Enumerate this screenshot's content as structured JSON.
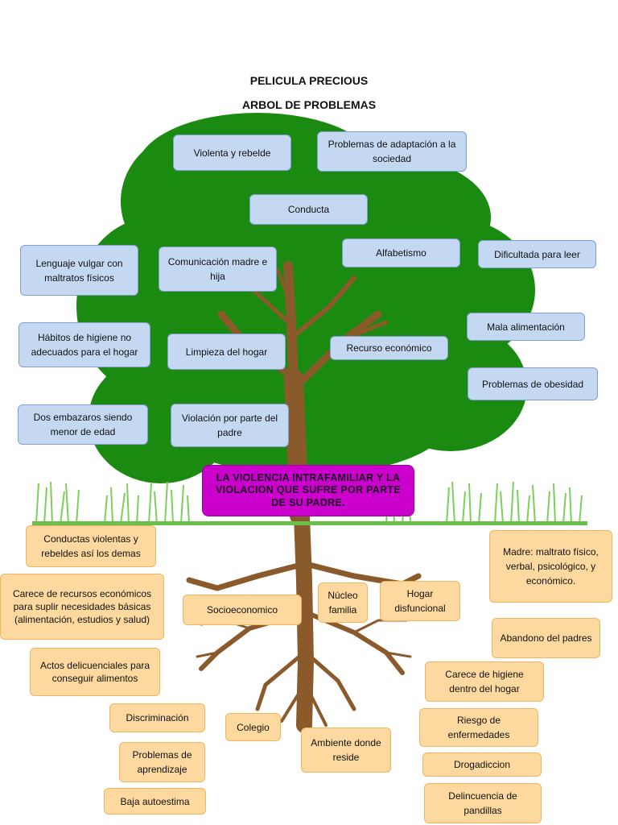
{
  "title": "PELICULA PRECIOUS",
  "subtitle": "ARBOL DE PROBLEMAS",
  "core_problem": "LA VIOLENCIA INTRAFAMILIAR Y LA VIOLACION QUE SUFRE POR PARTE DE SU  PADRE.",
  "effects": [
    "Violenta y rebelde",
    "Problemas de adaptación a la sociedad",
    "Conducta",
    "Alfabetismo",
    "Dificultada para leer",
    "Lenguaje vulgar con maltratos físicos",
    "Comunicación madre e hija",
    "Hábitos de higiene no adecuados para el hogar",
    "Limpieza del hogar",
    "Recurso económico",
    "Mala alimentación",
    "Problemas de obesidad",
    "Dos embazaros siendo menor de edad",
    "Violación por parte del padre"
  ],
  "causes": [
    "Conductas violentas y rebeldes así los demas",
    "Carece de recursos económicos para suplir necesidades básicas (alimentación, estudios y salud)",
    "Actos delicuenciales para conseguir alimentos",
    "Socioeconomico",
    "Núcleo familia",
    "Hogar disfuncional",
    "Madre: maltrato físico, verbal, psicológico, y económico.",
    "Abandono del padres",
    "Carece de higiene dentro del hogar",
    "Discriminación",
    "Colegio",
    "Ambiente donde reside",
    "Riesgo de enfermedades",
    "Problemas de aprendizaje",
    "Drogadiccion",
    "Baja autoestima",
    "Delincuencia de pandillas"
  ],
  "colors": {
    "canopy": "#1a8a10",
    "trunk": "#8a5a2b",
    "ground": "#6abf4b",
    "grass": "#7ccf5a",
    "effect_box": "#c5d8f1",
    "cause_box": "#fdd9a0",
    "core_box": "#cc00cc"
  }
}
